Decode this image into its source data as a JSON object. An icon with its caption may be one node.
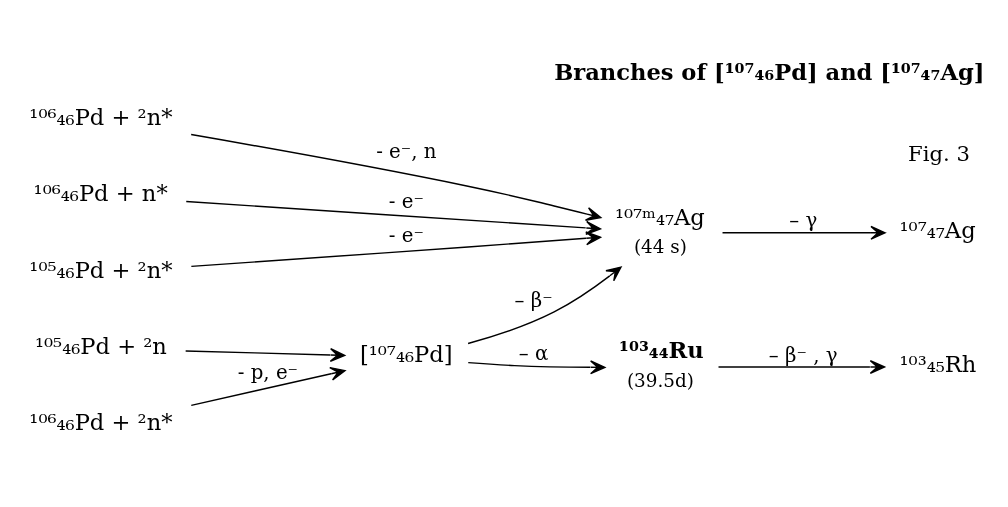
{
  "diagram": {
    "title": "Branches of [¹⁰⁷₄₆Pd] and [¹⁰⁷₄₇Ag]",
    "nodes": [
      {
        "text": [
          "¹⁰⁶₄₆Pd + ²n*"
        ]
      },
      {
        "text": [
          "¹⁰⁶₄₆Pd + n*"
        ]
      },
      {
        "text": [
          "¹⁰⁵₄₆Pd + ²n*"
        ]
      },
      {
        "text": [
          "[¹⁰⁷₄₆Pd]"
        ]
      },
      {
        "text": [
          "¹⁰⁷ᵐ₄₇Ag"
        ],
        "beside": [
          "(44 s)"
        ]
      },
      {
        "text": [
          "¹⁰⁷₄₇Ag"
        ]
      },
      {
        "text": [
          "¹⁰⁵₄₆Pd + ²n"
        ]
      },
      {
        "text": [
          "¹⁰⁶₄₆Pd + ²n*"
        ]
      },
      {
        "text": [
          "¹⁰³₄₄Ru"
        ],
        "beside": [
          "(39.5d)"
        ]
      },
      {
        "text": [
          "¹⁰³₄₅Rh"
        ]
      }
    ],
    "edges": [
      {
        "from": 0,
        "to": 4,
        "arrow": "to",
        "label": "- e⁻, n"
      },
      {
        "from": 1,
        "to": 4,
        "arrow": "to",
        "label": "- e⁻"
      },
      {
        "from": 2,
        "to": 4,
        "arrow": "to",
        "label": "- e⁻"
      },
      {
        "from": 3,
        "to": 4,
        "arrow": "to",
        "label": "– β⁻"
      },
      {
        "from": 4,
        "to": 5,
        "arrow": "to",
        "label": "– γ"
      },
      {
        "from": 6,
        "to": 3,
        "arrow": "to"
      },
      {
        "from": 7,
        "to": 3,
        "arrow": "to",
        "label": "- p, e⁻"
      },
      {
        "from": 3,
        "to": 8,
        "arrow": "to",
        "label": "– α"
      },
      {
        "from": 8,
        "to": 9,
        "arrow": "to",
        "label": "– β⁻ , γ"
      }
    ],
    "labels": [
      "Fig. 3"
    ]
  }
}
